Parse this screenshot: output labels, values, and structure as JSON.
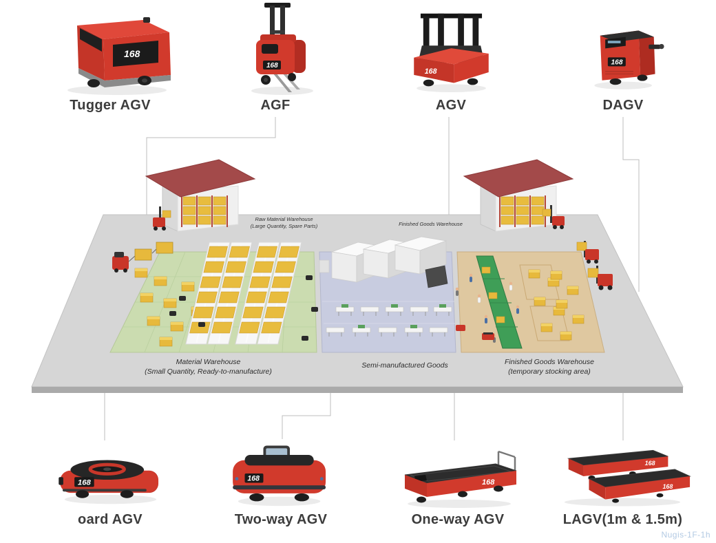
{
  "brand": "168",
  "watermark": "Nugis-1F-1h",
  "top_row": [
    {
      "id": "tugger-agv",
      "label": "Tugger AGV"
    },
    {
      "id": "agf",
      "label": "AGF"
    },
    {
      "id": "agv",
      "label": "AGV"
    },
    {
      "id": "dagv",
      "label": "DAGV"
    }
  ],
  "bottom_row": [
    {
      "id": "board-agv",
      "label": "oard AGV"
    },
    {
      "id": "two-way-agv",
      "label": "Two-way AGV"
    },
    {
      "id": "one-way-agv",
      "label": "One-way AGV"
    },
    {
      "id": "lagv",
      "label": "LAGV(1m & 1.5m)"
    }
  ],
  "warehouse": {
    "raw_material_title": "Raw Material Warehouse",
    "raw_material_sub": "(Large Quantity, Spare Parts)",
    "finished_goods_top": "Finished Goods Warehouse",
    "material_title": "Material Warehouse",
    "material_sub": "(Small Quantity, Ready-to-manufacture)",
    "semi_title": "Semi-manufactured Goods",
    "finished_goods_bottom_title": "Finished Goods Warehouse",
    "finished_goods_bottom_sub": "(temporary stocking area)"
  },
  "colors": {
    "agv_red": "#d13a2c",
    "roof_red": "#a34a4a",
    "zone_green": "#cbdcb0",
    "zone_purple": "#c8cce0",
    "zone_tan": "#dfc8a0",
    "platform_gray": "#d6d6d6",
    "box_yellow": "#e7b93c",
    "conveyor_green": "#3f9e57"
  }
}
